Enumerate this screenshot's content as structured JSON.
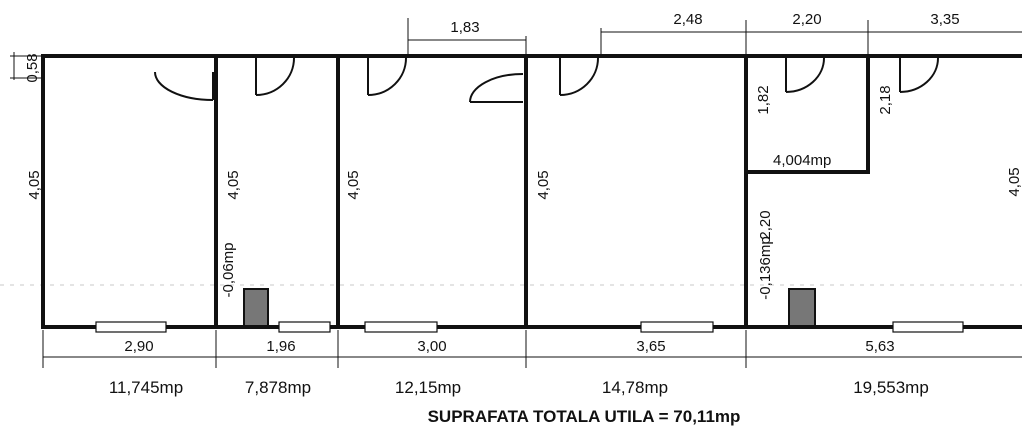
{
  "dimensions": {
    "wall_offset": "0,58",
    "top_183": "1,83",
    "top_248": "2,48",
    "top_220": "2,20",
    "top_335": "3,35",
    "height_room1": "4,05",
    "height_room2": "4,05",
    "height_room3": "4,05",
    "height_room4": "4,05",
    "height_room5": "4,05",
    "closet_height_a": "1,82",
    "closet_height_b": "2,18",
    "lower_height": "2,20",
    "bottom_290": "2,90",
    "bottom_196": "1,96",
    "bottom_300": "3,00",
    "bottom_365": "3,65",
    "bottom_563": "5,63"
  },
  "labels": {
    "closet_area": "4,004mp",
    "column_left": "-0,06mp",
    "column_right": "-0,136mp"
  },
  "room_areas": [
    "11,745mp",
    "7,878mp",
    "12,15mp",
    "14,78mp",
    "19,553mp"
  ],
  "total": "SUPRAFATA TOTALA UTILA = 70,11mp"
}
